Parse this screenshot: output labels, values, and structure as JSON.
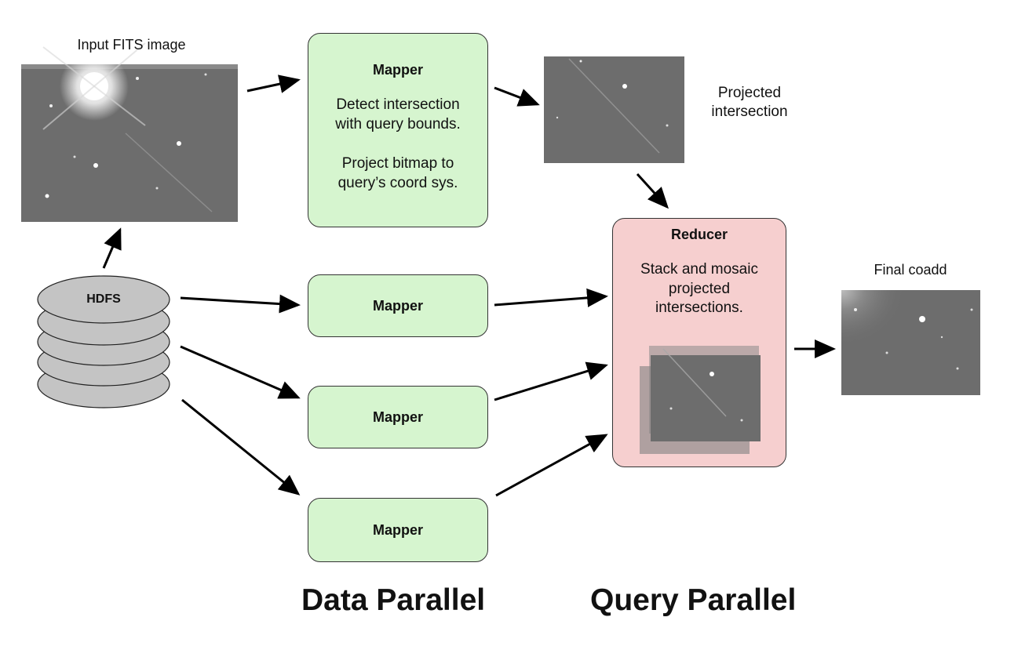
{
  "labels": {
    "input_image": "Input FITS image",
    "projected_line1": "Projected",
    "projected_line2": "intersection",
    "final_coadd": "Final coadd",
    "hdfs": "HDFS"
  },
  "mapper_main": {
    "title": "Mapper",
    "line1": "Detect intersection",
    "line2": "with query bounds.",
    "line3": "Project bitmap to",
    "line4": "query’s coord sys."
  },
  "mappers": [
    "Mapper",
    "Mapper",
    "Mapper"
  ],
  "reducer": {
    "title": "Reducer",
    "line1": "Stack and mosaic",
    "line2": "projected",
    "line3": "intersections."
  },
  "sections": {
    "data_parallel": "Data Parallel",
    "query_parallel": "Query Parallel"
  },
  "colors": {
    "mapper_fill": "#d6f5cf",
    "reducer_fill": "#f6cfcf",
    "disk_fill": "#c4c4c4",
    "sky_gray": "#6f6f6f"
  }
}
